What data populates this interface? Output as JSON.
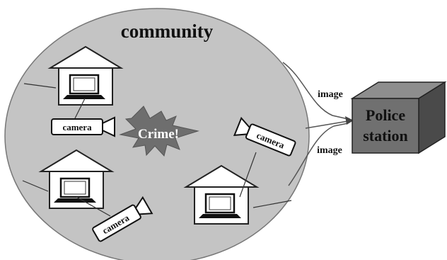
{
  "diagram": {
    "community_label": "community",
    "crime_label": "Crime!",
    "camera_label": "camera",
    "flow_label_upper": "image",
    "flow_label_lower": "image",
    "police_station": {
      "line1": "Police",
      "line2": "station"
    }
  },
  "colors": {
    "community_fill": "#c4c4c4",
    "crime_fill": "#6e6e6e",
    "station_front": "#707070",
    "station_top": "#8e8e8e",
    "station_side": "#4a4a4a",
    "outline": "#111111"
  }
}
